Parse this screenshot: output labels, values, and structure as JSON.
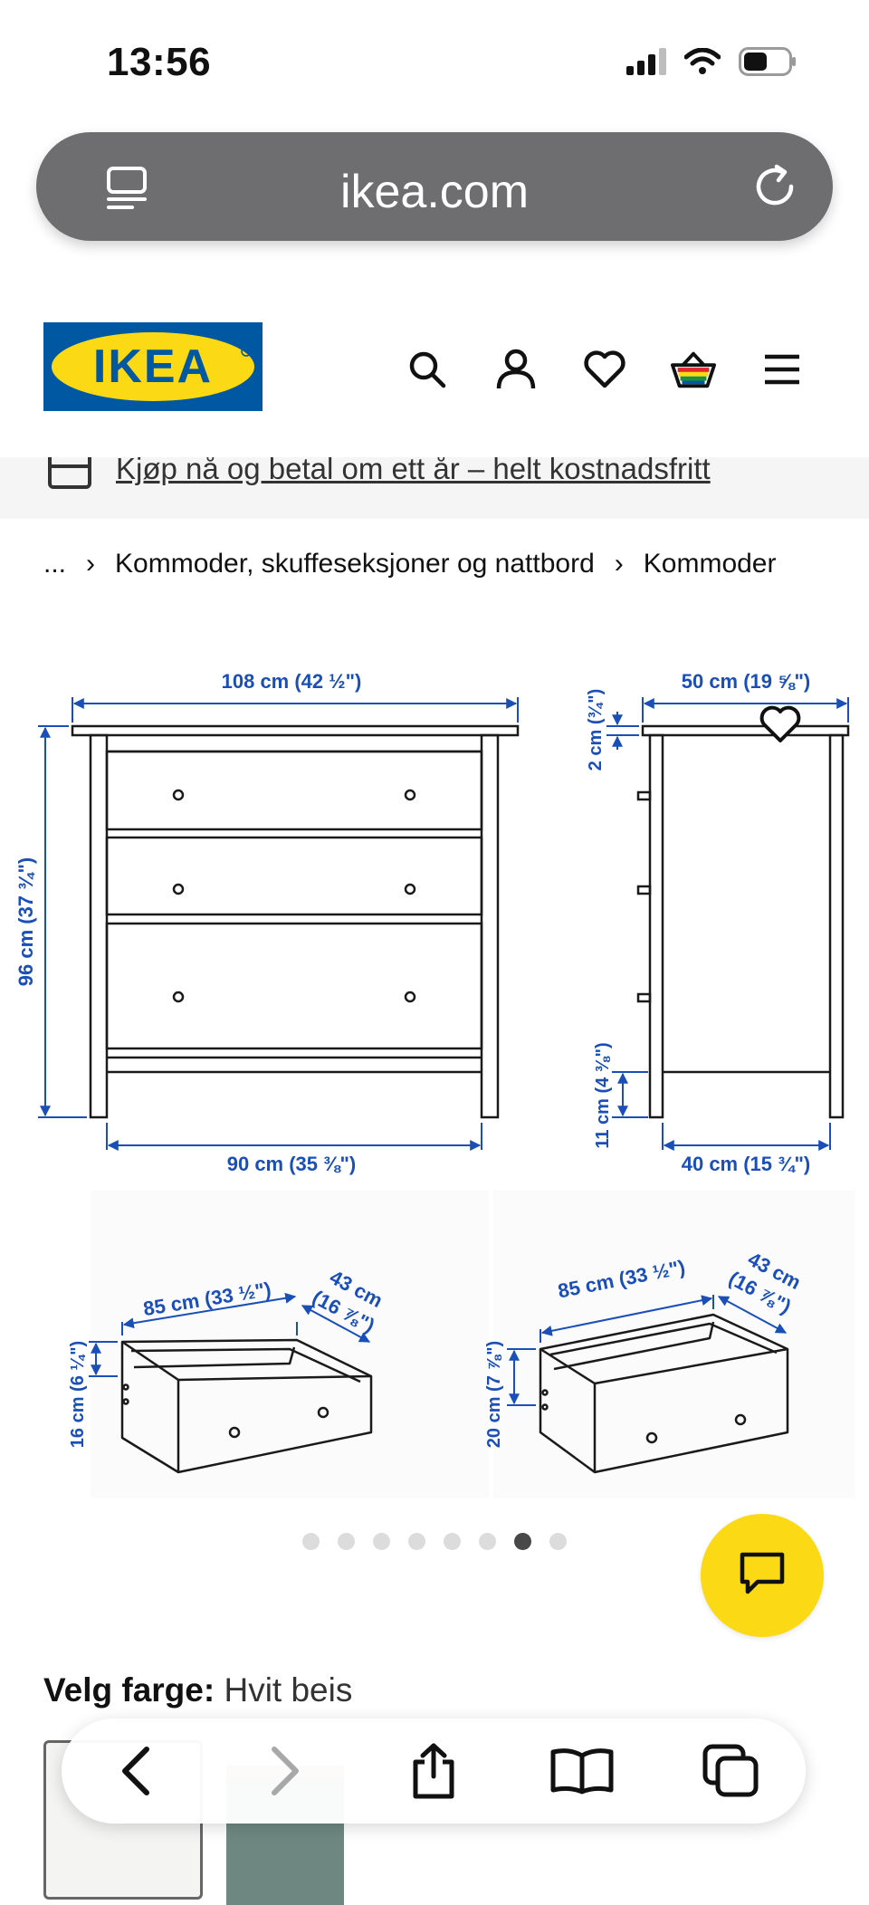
{
  "status": {
    "time": "13:56"
  },
  "browser": {
    "url": "ikea.com"
  },
  "header": {
    "logo_text": "IKEA",
    "icons": [
      "search-icon",
      "account-icon",
      "favourites-icon",
      "basket-icon",
      "menu-icon"
    ]
  },
  "promo": {
    "text": "Kjøp nå og betal om ett år – helt kostnadsfritt"
  },
  "breadcrumb": {
    "ellipsis": "...",
    "items": [
      "Kommoder, skuffeseksjoner og nattbord",
      "Kommoder"
    ]
  },
  "diagram": {
    "front_width": "108 cm (42 ½\")",
    "front_height": "96 cm (37 ¾\")",
    "inner_width": "90 cm (35 ⅜\")",
    "side_depth": "50 cm (19 ⅝\")",
    "top_thickness": "2 cm (¾\")",
    "leg_height": "11 cm (4 ⅜\")",
    "side_inner_depth": "40 cm (15 ¾\")",
    "small_drawer_width": "85 cm (33 ½\")",
    "small_drawer_depth_a": "43 cm",
    "small_drawer_depth_b": "(16 ⅞\")",
    "small_drawer_height": "16 cm (6 ¼\")",
    "large_drawer_width": "85 cm (33 ½\")",
    "large_drawer_depth_a": "43 cm",
    "large_drawer_depth_b": "(16 ⅞\")",
    "large_drawer_height": "20 cm (7 ⅞\")"
  },
  "carousel": {
    "count": 8,
    "active_index": 6
  },
  "color_picker": {
    "label": "Velg farge:",
    "value": "Hvit beis"
  },
  "colors": {
    "ikea_blue": "#0058a3",
    "ikea_yellow": "#fbd914",
    "dimension_blue": "#1a4fb8"
  }
}
